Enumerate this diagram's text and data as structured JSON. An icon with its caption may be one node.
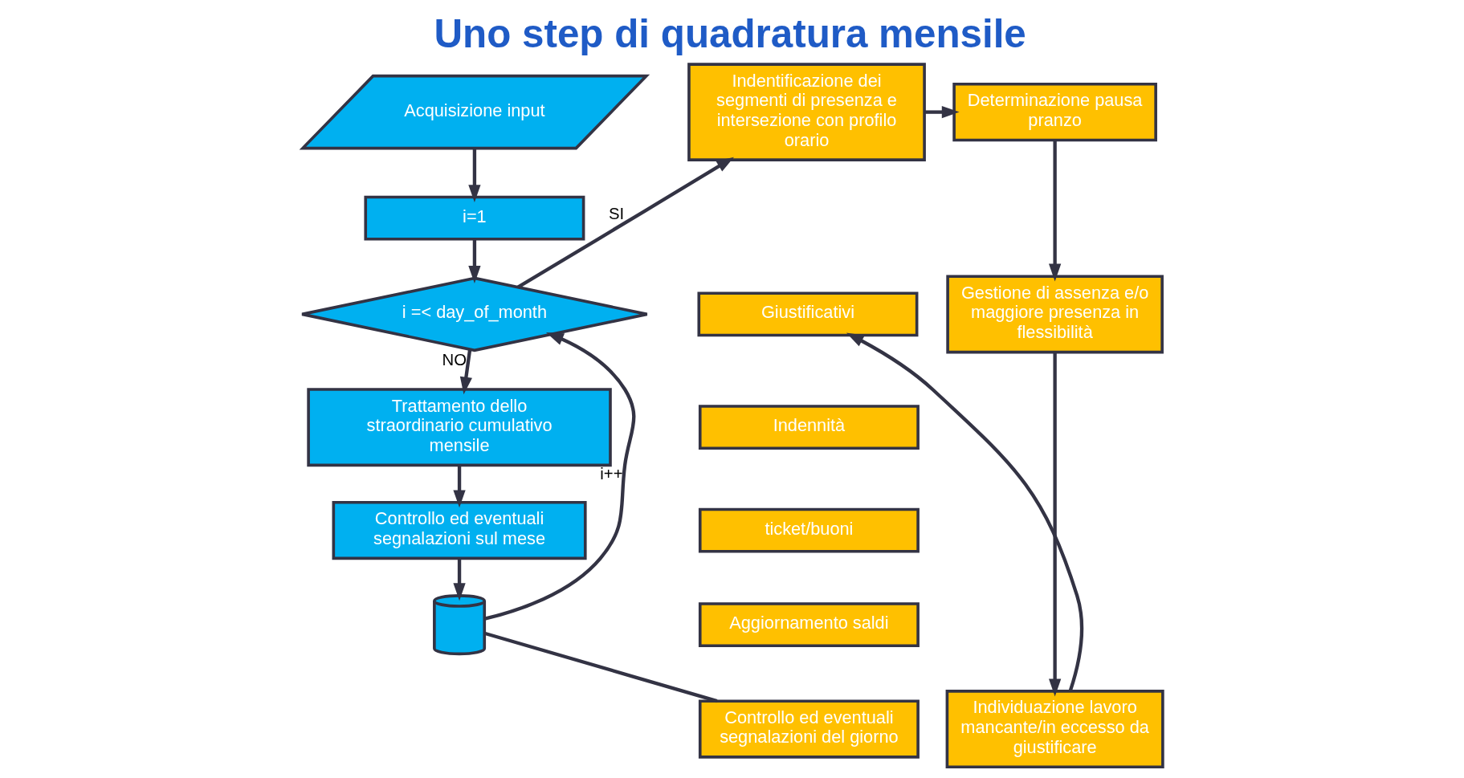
{
  "diagram": {
    "title": "Uno step di quadratura mensile",
    "nodes": [
      {
        "text": [
          "Acquisizione input"
        ]
      },
      {
        "text": [
          "i=1"
        ]
      },
      {
        "text": [
          "i =< day_of_month"
        ]
      },
      {
        "text": [
          "Trattamento dello straordinario cumulativo mensile"
        ]
      },
      {
        "text": [
          "Controllo ed eventuali segnalazioni sul mese"
        ]
      },
      {
        "text": [],
        "shape": "cylinder"
      },
      {
        "text": [
          "Indentificazione dei segmenti di presenza e intersezione con profilo orario"
        ]
      },
      {
        "text": [
          "Giustificativi"
        ]
      },
      {
        "text": [
          "Indennità"
        ]
      },
      {
        "text": [
          "ticket/buoni"
        ]
      },
      {
        "text": [
          "Aggiornamento saldi"
        ]
      },
      {
        "text": [
          "Controllo ed eventuali segnalazioni del giorno"
        ]
      },
      {
        "text": [
          "Determinazione pausa pranzo"
        ]
      },
      {
        "text": [
          "Gestione di assenza e/o maggiore presenza in flessibilità"
        ]
      },
      {
        "text": [
          "Individuazione lavoro mancante/in eccesso da giustificare"
        ]
      }
    ],
    "edges": [
      {
        "from": 0,
        "to": 1,
        "arrow": "to"
      },
      {
        "from": 1,
        "to": 2,
        "arrow": "to"
      },
      {
        "from": 2,
        "to": 3,
        "arrow": "to",
        "label": "NO"
      },
      {
        "from": 3,
        "to": 4,
        "arrow": "to"
      },
      {
        "from": 4,
        "to": 5,
        "arrow": "to"
      },
      {
        "from": 2,
        "to": 6,
        "arrow": "to",
        "label": "SI"
      },
      {
        "from": 6,
        "to": 12,
        "arrow": "to"
      },
      {
        "from": 12,
        "to": 13,
        "arrow": "to"
      },
      {
        "from": 13,
        "to": 14,
        "arrow": "to"
      },
      {
        "from": 14,
        "to": 7,
        "arrow": "to"
      },
      {
        "from": 11,
        "to": 5,
        "arrow": "none"
      },
      {
        "from": 5,
        "to": 2,
        "arrow": "to",
        "label": "i++"
      }
    ]
  }
}
